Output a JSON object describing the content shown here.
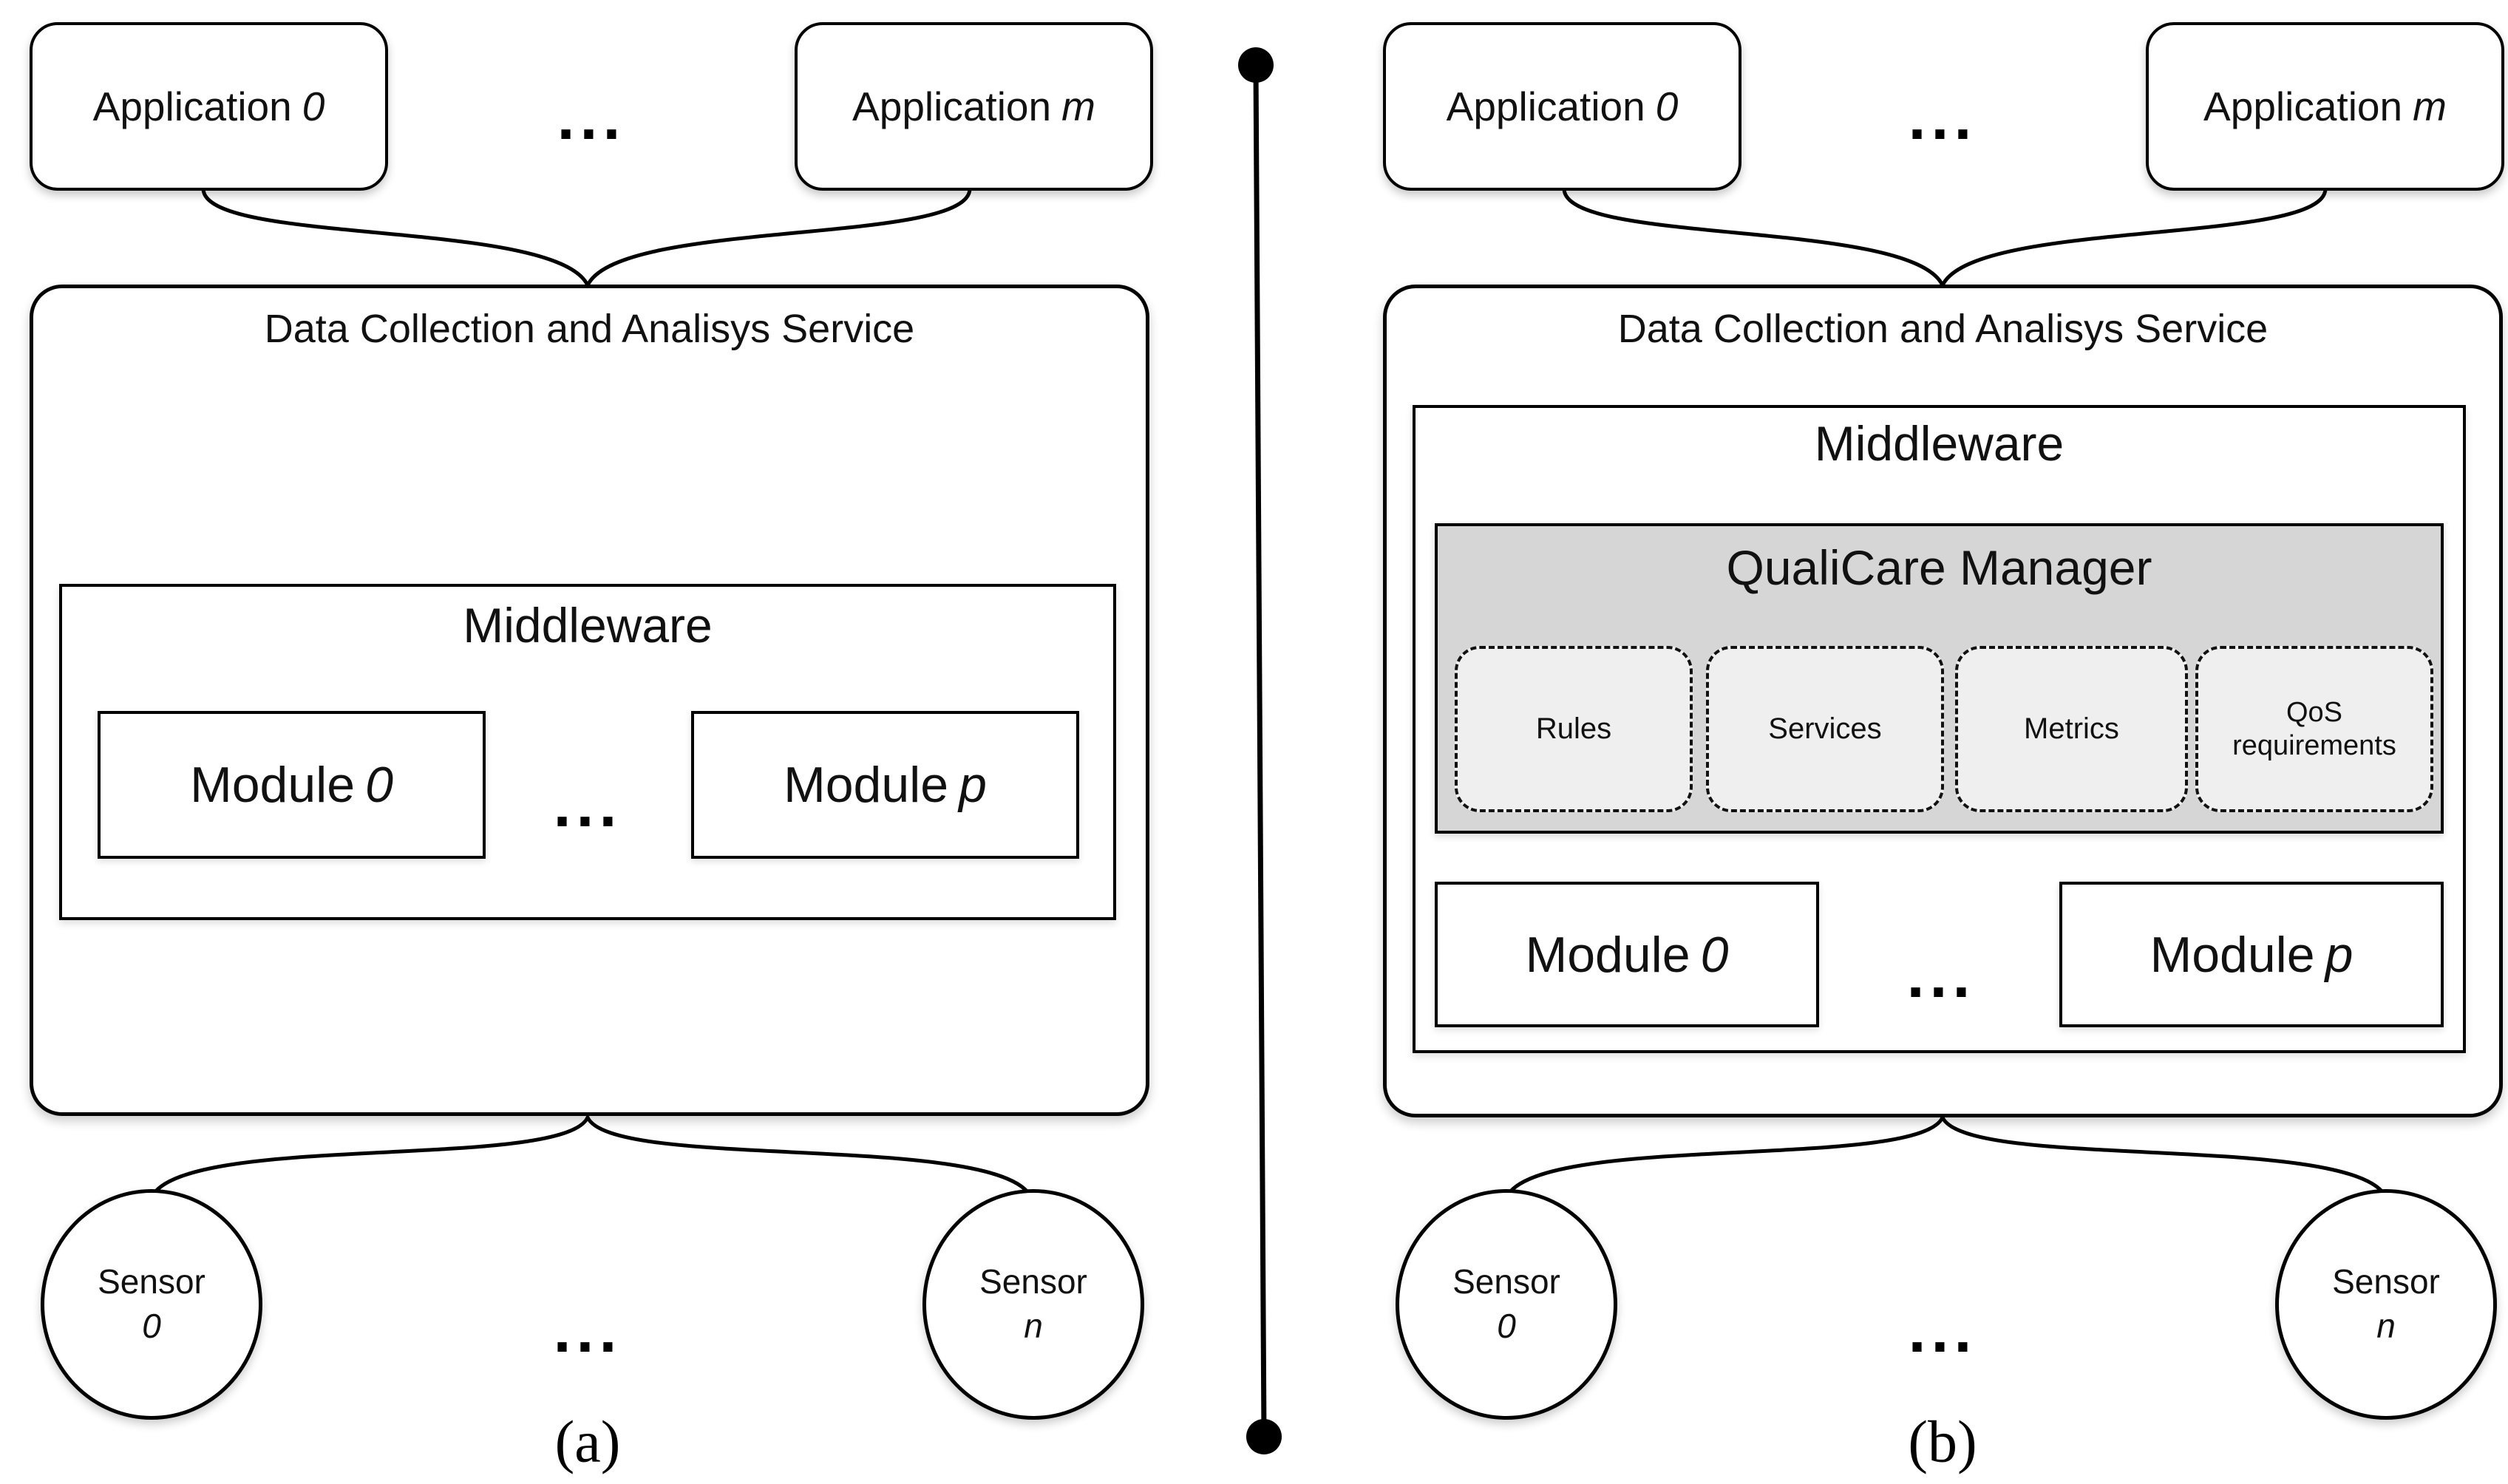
{
  "colors": {
    "line": "#000000",
    "node_fill": "#ffffff",
    "manager_fill": "#d6d6d6",
    "component_fill": "#efefef",
    "text": "#111111"
  },
  "panel_a": {
    "caption": "(a)",
    "applications": [
      {
        "label": "Application",
        "index": "0"
      },
      {
        "label": "Application",
        "index": "m"
      }
    ],
    "apps_ellipsis": "...",
    "service": {
      "title": "Data Collection and Analisys Service"
    },
    "middleware": {
      "label": "Middleware",
      "modules": [
        {
          "label": "Module",
          "index": "0"
        },
        {
          "label": "Module",
          "index": "p"
        }
      ],
      "modules_ellipsis": "..."
    },
    "sensors": [
      {
        "label": "Sensor",
        "index": "0"
      },
      {
        "label": "Sensor",
        "index": "n"
      }
    ],
    "sensors_ellipsis": "..."
  },
  "panel_b": {
    "caption": "(b)",
    "applications": [
      {
        "label": "Application",
        "index": "0"
      },
      {
        "label": "Application",
        "index": "m"
      }
    ],
    "apps_ellipsis": "...",
    "service": {
      "title": "Data Collection and Analisys Service"
    },
    "middleware": {
      "label": "Middleware",
      "qualicare": {
        "title": "QualiCare Manager",
        "components": [
          "Rules",
          "Services",
          "Metrics",
          "QoS requirements"
        ]
      },
      "modules": [
        {
          "label": "Module",
          "index": "0"
        },
        {
          "label": "Module",
          "index": "p"
        }
      ],
      "modules_ellipsis": "..."
    },
    "sensors": [
      {
        "label": "Sensor",
        "index": "0"
      },
      {
        "label": "Sensor",
        "index": "n"
      }
    ],
    "sensors_ellipsis": "..."
  }
}
